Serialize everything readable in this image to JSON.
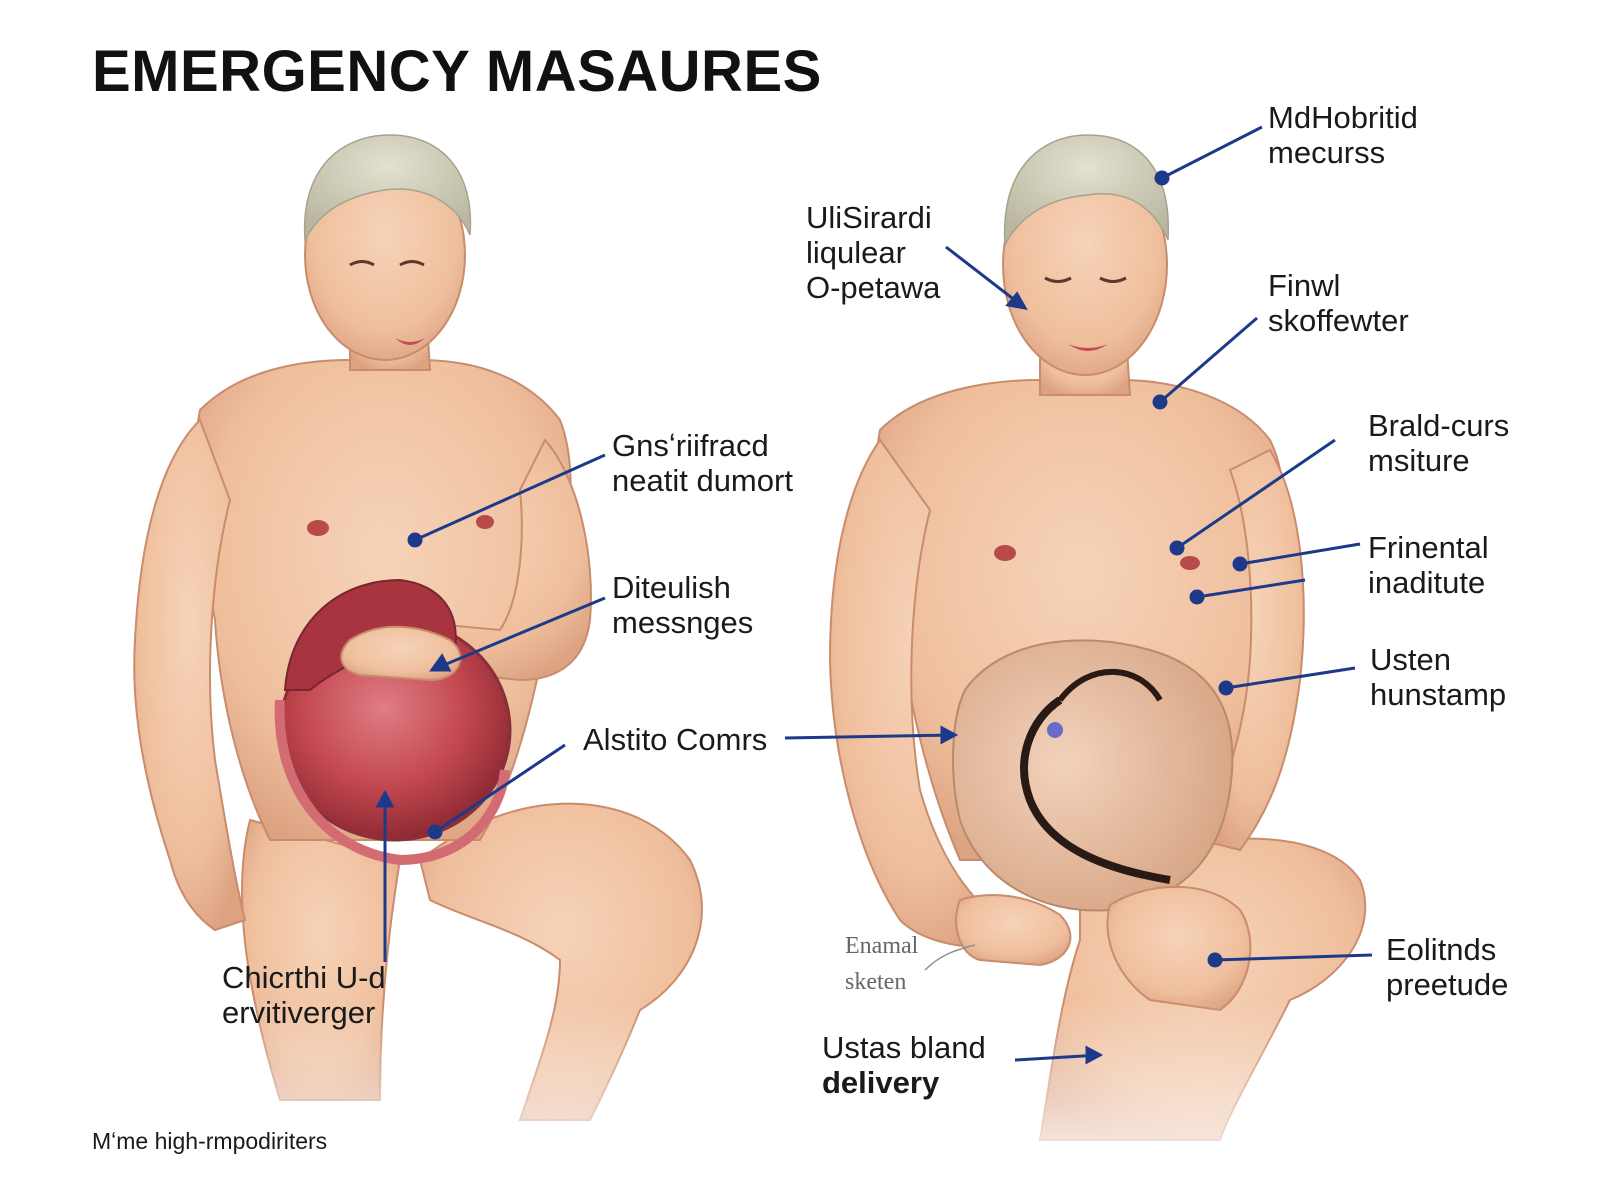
{
  "title": "EMERGENCY MASAURES",
  "footer": "Mʻme high-rmpodiriters",
  "labels": {
    "mdhobritid": [
      "MdHobritid",
      "mecurss"
    ],
    "ulisirardi": [
      "UliSirardi",
      "liqulear",
      "O-petawa"
    ],
    "finwl": [
      "Finwl",
      "skoffewter"
    ],
    "gnsriifracd": [
      "Gnsʻriifracd",
      "neatit dumort"
    ],
    "braldcurrs": [
      "Brald-curs",
      "msiture"
    ],
    "diteulish": [
      "Diteulish",
      "messnges"
    ],
    "frinental": [
      "Frinental",
      "inaditute"
    ],
    "usten": [
      "Usten",
      "hunstamp"
    ],
    "alstito": [
      "Alstito Comrs"
    ],
    "enamal": [
      "Enamal",
      "sketen"
    ],
    "chicrthi": [
      "Chicrthi U-d",
      "ervitiverger"
    ],
    "eolitnds": [
      "Eolitnds",
      "preetude"
    ],
    "ustas": [
      "Ustas bland",
      "delivery"
    ]
  },
  "colors": {
    "skin": "#f2c7a8",
    "skin_shadow": "#d9a07f",
    "hair": "#c9c7b2",
    "organ": "#c2474f",
    "pointer": "#1d3a8a",
    "text": "#1a1a1a"
  }
}
